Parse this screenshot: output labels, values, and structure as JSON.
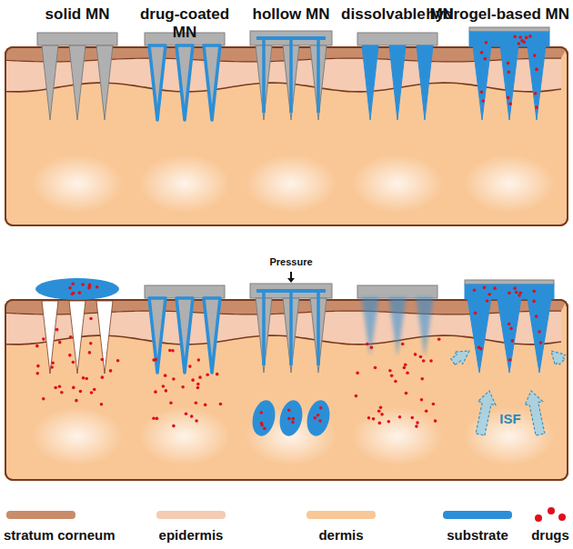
{
  "diagram": {
    "labels": [
      "solid MN",
      "drug-coated MN",
      "hollow MN",
      "dissolvable MN",
      "hydrogel-based MN",
      "Pressure",
      "ISF"
    ],
    "legend": [
      {
        "text": "stratum corneum",
        "color": "#c98c6a"
      },
      {
        "text": "epidermis",
        "color": "#f5cbb3"
      },
      {
        "text": "dermis",
        "color": "#f9c796"
      },
      {
        "text": "substrate",
        "color": "#2b8fd8"
      },
      {
        "text": "drugs"
      }
    ]
  }
}
